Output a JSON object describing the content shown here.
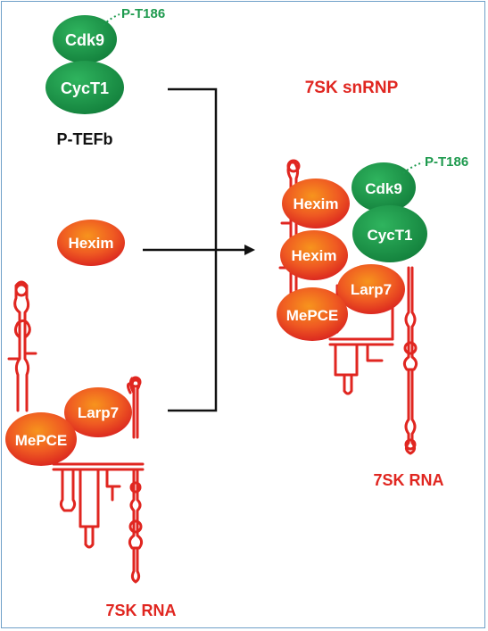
{
  "colors": {
    "green": "#1e9a4e",
    "green_dark": "#147a3a",
    "red": "#e02620",
    "orange": "#f26a1f",
    "black": "#111111",
    "border": "#6fa0c8"
  },
  "left": {
    "ptefb": {
      "cdk9": "Cdk9",
      "cyct1": "CycT1",
      "phospho": "P-T186",
      "label": "P-TEFb"
    },
    "hexim": "Hexim",
    "rna": {
      "larp7": "Larp7",
      "mepce": "MePCE",
      "label": "7SK RNA"
    }
  },
  "right": {
    "title": "7SK snRNP",
    "hexim_1": "Hexim",
    "hexim_2": "Hexim",
    "cdk9": "Cdk9",
    "cyct1": "CycT1",
    "phospho": "P-T186",
    "larp7": "Larp7",
    "mepce": "MePCE",
    "rna_label": "7SK RNA"
  }
}
